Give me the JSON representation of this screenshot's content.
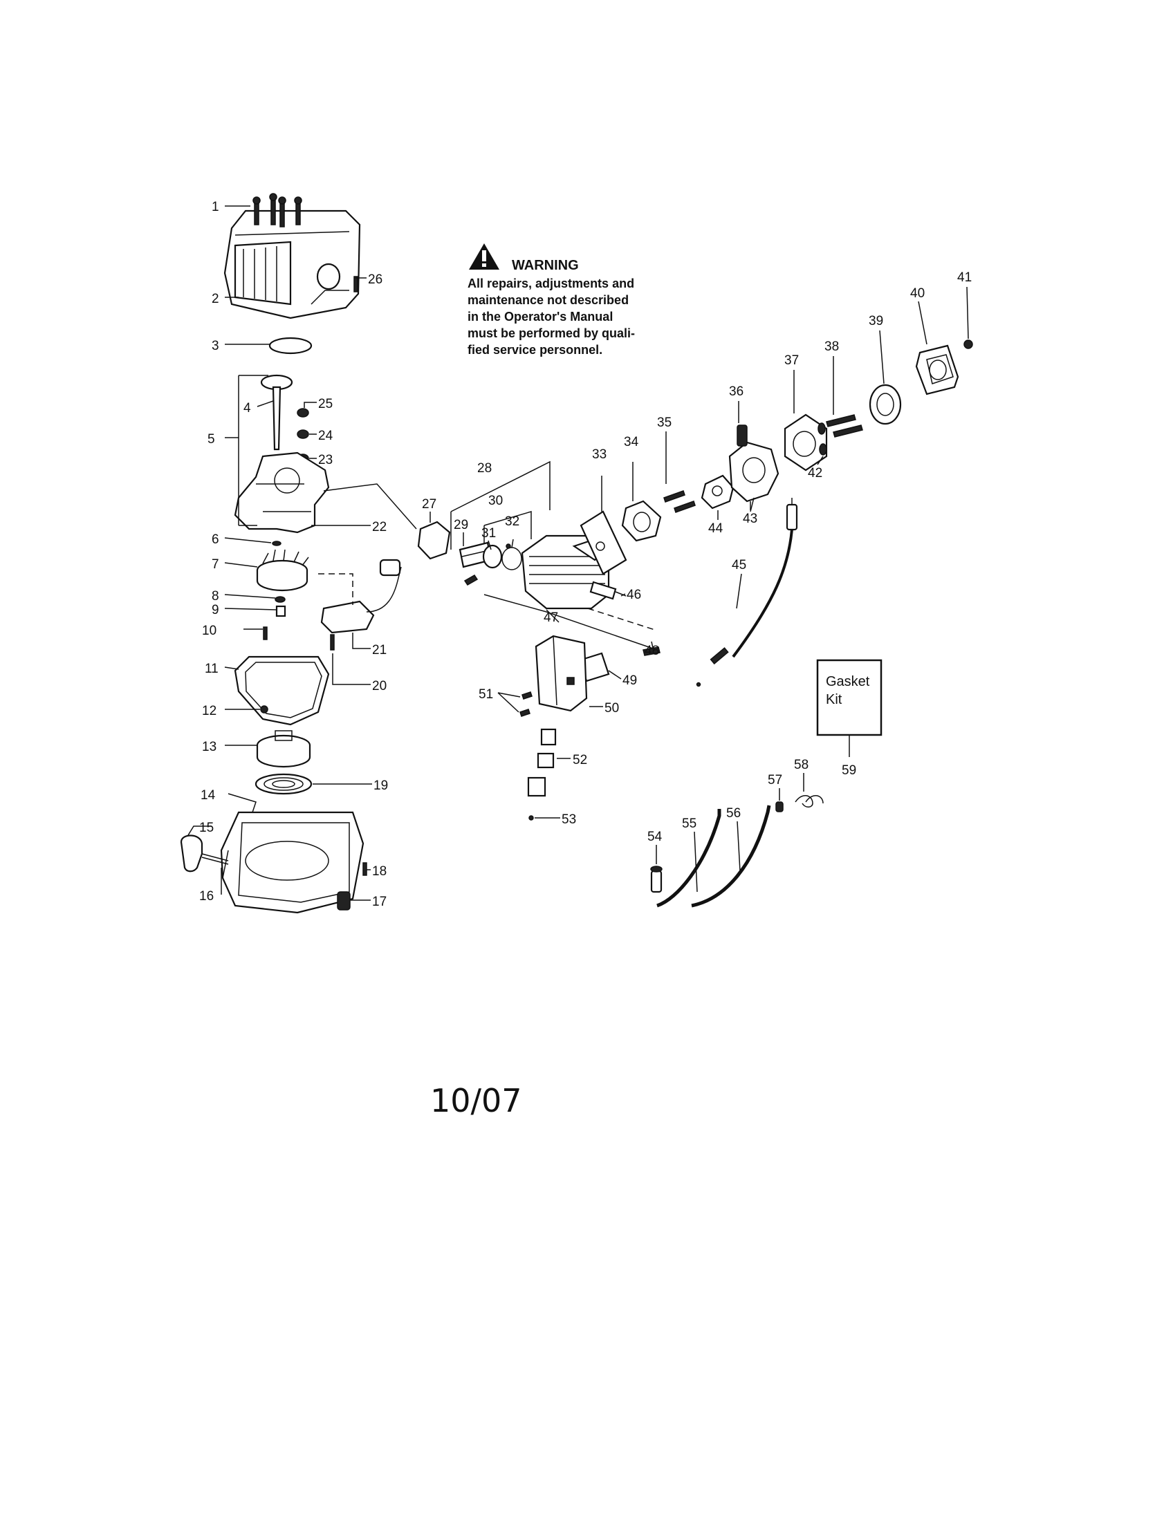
{
  "warning": {
    "title": "WARNING",
    "lines": [
      "All repairs, adjustments and",
      "maintenance not described",
      "in the Operator's Manual",
      "must be performed by quali-",
      "fied service personnel."
    ]
  },
  "gasket_kit": {
    "line1": "Gasket",
    "line2": "Kit",
    "number": "59"
  },
  "date": "10/07",
  "callouts": [
    "1",
    "2",
    "3",
    "4",
    "5",
    "6",
    "7",
    "8",
    "9",
    "10",
    "11",
    "12",
    "13",
    "14",
    "15",
    "16",
    "17",
    "18",
    "19",
    "20",
    "21",
    "22",
    "23",
    "24",
    "25",
    "26",
    "27",
    "28",
    "29",
    "30",
    "31",
    "32",
    "33",
    "34",
    "35",
    "36",
    "37",
    "38",
    "39",
    "40",
    "41",
    "42",
    "43",
    "44",
    "45",
    "46",
    "47",
    "48",
    "49",
    "50",
    "51",
    "52",
    "53",
    "54",
    "55",
    "56",
    "57",
    "58"
  ],
  "icons": {
    "warning": "warning-triangle-icon"
  }
}
